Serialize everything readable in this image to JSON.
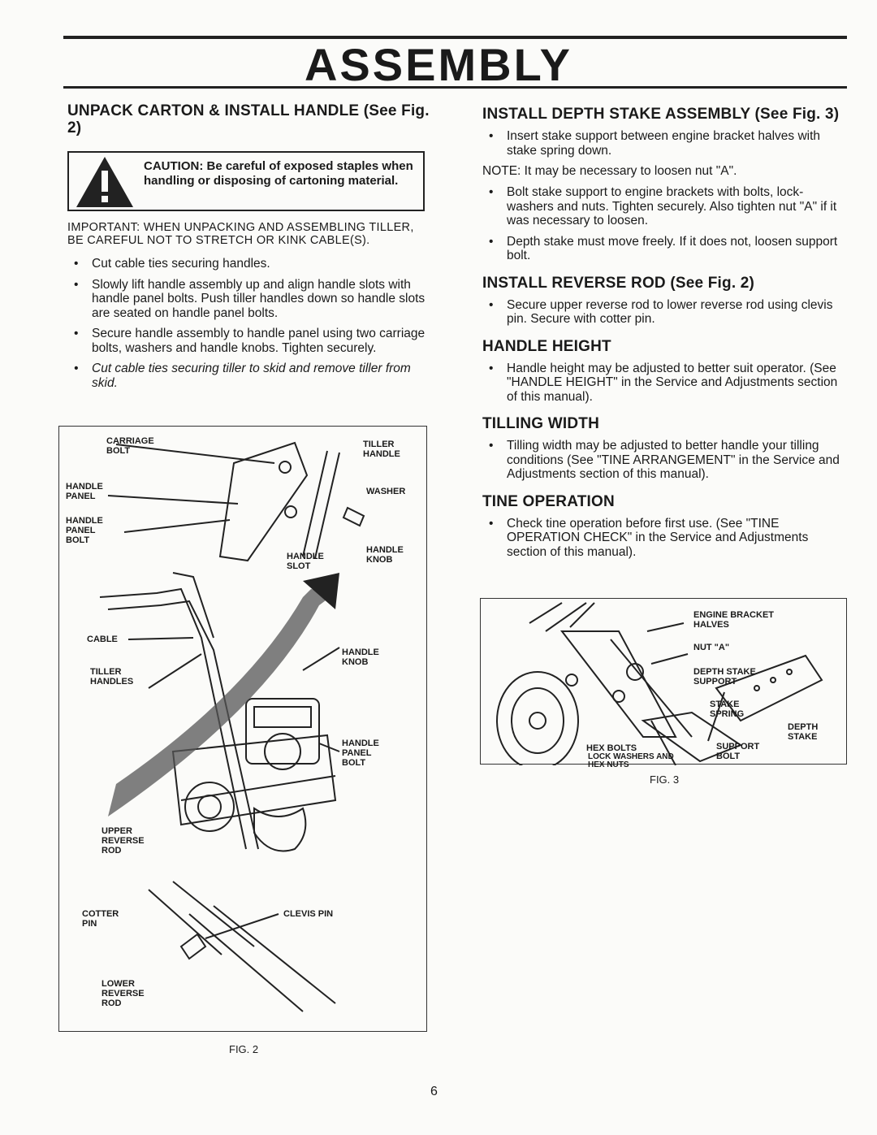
{
  "title": "ASSEMBLY",
  "left": {
    "unpack_heading": "UNPACK CARTON & INSTALL HANDLE (See Fig. 2)",
    "caution_text": "CAUTION: Be careful of exposed staples when handling or disposing of cartoning material.",
    "important_text": "IMPORTANT: WHEN UNPACKING AND ASSEMBLING TILLER, BE CAREFUL NOT TO STRETCH OR KINK CABLE(S).",
    "steps": [
      "Cut cable ties securing handles.",
      "Slowly lift handle assembly up and align handle slots with handle panel bolts. Push tiller handles down so handle slots are seated on handle panel bolts.",
      "Secure handle assembly to handle panel using two carriage bolts, washers and handle knobs. Tighten securely.",
      "Cut cable ties securing tiller to skid and remove tiller from skid."
    ]
  },
  "fig2": {
    "caption": "FIG. 2",
    "labels": {
      "carriage_bolt": "CARRIAGE BOLT",
      "tiller_handle": "TILLER HANDLE",
      "handle_panel": "HANDLE PANEL",
      "washer": "WASHER",
      "handle_panel_bolt_top": "HANDLE PANEL BOLT",
      "handle_slot": "HANDLE SLOT",
      "handle_knob_top": "HANDLE KNOB",
      "cable": "CABLE",
      "handle_knob": "HANDLE KNOB",
      "tiller_handles": "TILLER HANDLES",
      "handle_panel_bolt": "HANDLE PANEL BOLT",
      "upper_reverse_rod": "UPPER REVERSE ROD",
      "cotter_pin": "COTTER PIN",
      "clevis_pin": "CLEVIS PIN",
      "lower_reverse_rod": "LOWER REVERSE ROD"
    }
  },
  "right": {
    "depth_heading": "INSTALL DEPTH STAKE ASSEMBLY (See Fig. 3)",
    "depth_step1": "Insert stake support between engine bracket halves with stake spring down.",
    "depth_note": "NOTE: It may be necessary to loosen nut \"A\".",
    "depth_steps": [
      "Bolt stake support to engine brackets with bolts, lock-washers and nuts. Tighten securely. Also tighten nut \"A\" if it was necessary to loosen.",
      "Depth stake must move freely. If it does not, loosen support bolt."
    ],
    "reverse_heading": "INSTALL REVERSE ROD (See Fig. 2)",
    "reverse_step": "Secure upper reverse rod to lower reverse rod using clevis pin. Secure with cotter pin.",
    "handle_height_heading": "HANDLE HEIGHT",
    "handle_height_step": "Handle height may be adjusted to better suit operator. (See \"HANDLE HEIGHT\" in the Service and Adjustments section of this manual).",
    "tilling_heading": "TILLING WIDTH",
    "tilling_step": "Tilling width may be adjusted to better handle your tilling conditions (See \"TINE ARRANGEMENT\" in the Service and Adjustments section of this manual).",
    "tine_heading": "TINE OPERATION",
    "tine_step": "Check tine operation before first use. (See \"TINE OPERATION CHECK\" in the Service and Adjustments section of this manual)."
  },
  "fig3": {
    "caption": "FIG. 3",
    "labels": {
      "engine_bracket": "ENGINE BRACKET HALVES",
      "nut_a": "NUT \"A\"",
      "depth_stake_support": "DEPTH STAKE SUPPORT",
      "stake_spring": "STAKE SPRING",
      "depth_stake": "DEPTH STAKE",
      "support_bolt": "SUPPORT BOLT",
      "hex_bolts": "HEX BOLTS",
      "lock_washers": "LOCK WASHERS AND HEX NUTS"
    }
  },
  "page_number": "6"
}
